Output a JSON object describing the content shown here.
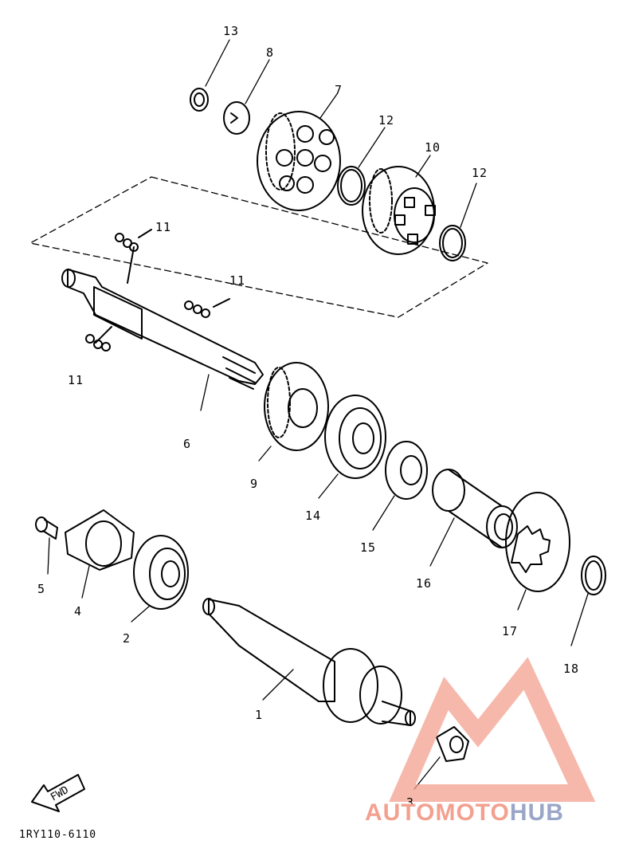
{
  "labels": {
    "p1": "1",
    "p2": "2",
    "p3": "3",
    "p4": "4",
    "p5": "5",
    "p6": "6",
    "p7": "7",
    "p8": "8",
    "p9": "9",
    "p10": "10",
    "p11a": "11",
    "p11b": "11",
    "p11c": "11",
    "p12a": "12",
    "p12b": "12",
    "p13": "13",
    "p14": "14",
    "p15": "15",
    "p16": "16",
    "p17": "17",
    "p18": "18"
  },
  "fwd_label": "FWD",
  "diagram_code": "1RY110-6110",
  "watermark": {
    "part1": "AUTO",
    "part2": "MOTO",
    "part3": "HUB"
  },
  "colors": {
    "line": "#000000",
    "watermark_red": "#f3a08f",
    "watermark_blue": "#9aa6c8"
  }
}
